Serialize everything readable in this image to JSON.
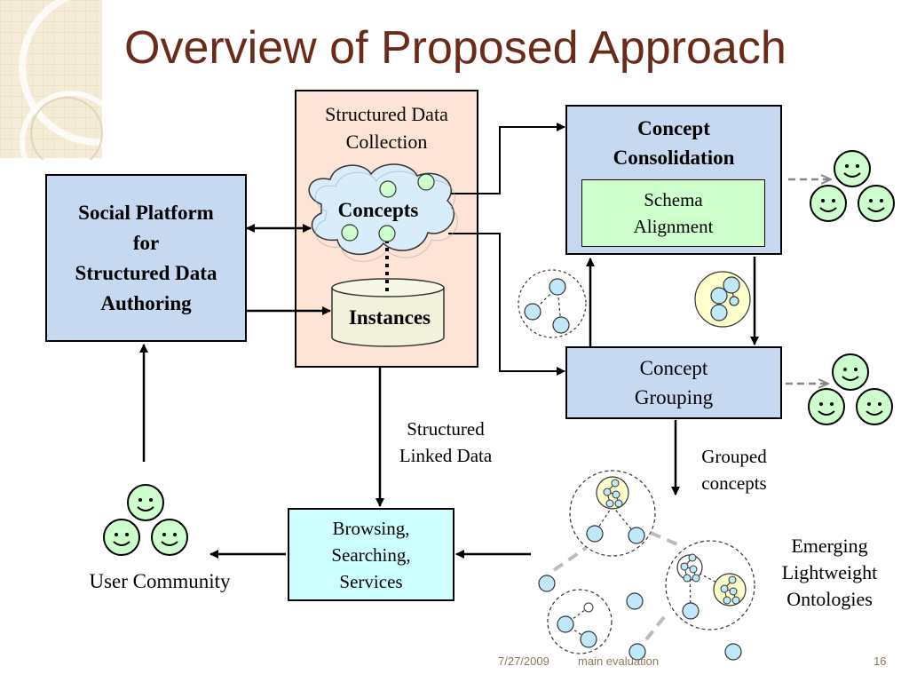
{
  "slide": {
    "title": "Overview of Proposed Approach"
  },
  "diagram": {
    "social_platform": {
      "line1": "Social Platform",
      "line2": "for",
      "line3": "Structured Data",
      "line4": "Authoring"
    },
    "collection": {
      "line1": "Structured Data",
      "line2": "Collection"
    },
    "concepts_label": "Concepts",
    "instances_label": "Instances",
    "consolidation": {
      "line1": "Concept",
      "line2": "Consolidation"
    },
    "schema_alignment": {
      "line1": "Schema",
      "line2": "Alignment"
    },
    "grouping": {
      "line1": "Concept",
      "line2": "Grouping"
    },
    "browsing": {
      "line1": "Browsing,",
      "line2": "Searching,",
      "line3": "Services"
    },
    "structured_linked_data": {
      "line1": "Structured",
      "line2": "Linked Data"
    },
    "grouped_concepts": {
      "line1": "Grouped",
      "line2": "concepts"
    },
    "emerging": {
      "line1": "Emerging",
      "line2": "Lightweight",
      "line3": "Ontologies"
    },
    "user_community": "User Community"
  },
  "footer": {
    "date": "7/27/2009",
    "section": "main evaluation",
    "page": "16"
  },
  "colors": {
    "title": "#6b2a1a",
    "blue_box": "#c6d9f1",
    "peach_box": "#fde4d6",
    "green_box": "#ccffcc",
    "cyan_box": "#ccffff",
    "cloud": "#d9ecf9",
    "node": "#bfe8f8",
    "node_yellow": "#ffffcc",
    "smiley": "#ccffcc"
  }
}
